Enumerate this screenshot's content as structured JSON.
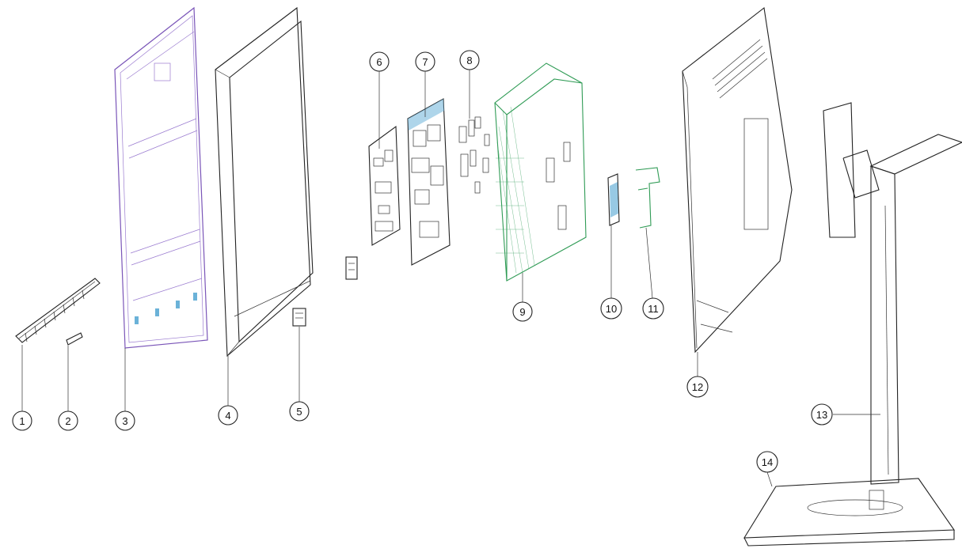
{
  "callouts": [
    {
      "id": "1",
      "label": "1"
    },
    {
      "id": "2",
      "label": "2"
    },
    {
      "id": "3",
      "label": "3"
    },
    {
      "id": "4",
      "label": "4"
    },
    {
      "id": "5",
      "label": "5"
    },
    {
      "id": "6",
      "label": "6"
    },
    {
      "id": "7",
      "label": "7"
    },
    {
      "id": "8",
      "label": "8"
    },
    {
      "id": "9",
      "label": "9"
    },
    {
      "id": "10",
      "label": "10"
    },
    {
      "id": "11",
      "label": "11"
    },
    {
      "id": "12",
      "label": "12"
    },
    {
      "id": "13",
      "label": "13"
    },
    {
      "id": "14",
      "label": "14"
    }
  ],
  "colors": {
    "line": "#222222",
    "accent_purple": "#7a55b8",
    "accent_green": "#2f9b55",
    "accent_blue": "#6bb2d8"
  }
}
